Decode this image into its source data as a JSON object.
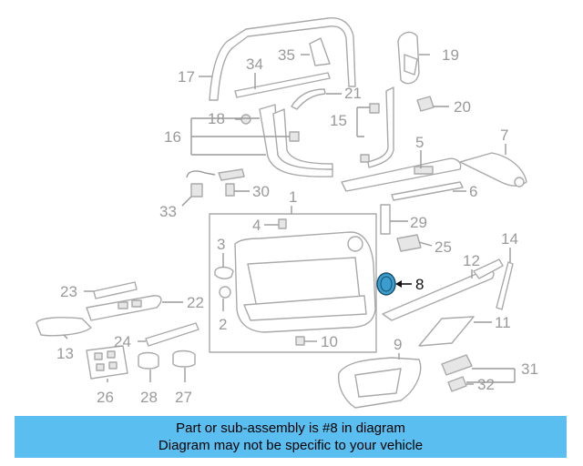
{
  "diagram": {
    "highlighted_part": "8",
    "colors": {
      "part_line": "#a9a9a9",
      "label_text": "#9a9a9a",
      "highlight_text": "#111111",
      "highlight_part": "#3a9ccf",
      "caption_background": "#5bbef0"
    },
    "callouts": [
      "1",
      "2",
      "3",
      "4",
      "5",
      "6",
      "7",
      "8",
      "9",
      "10",
      "11",
      "12",
      "13",
      "14",
      "15",
      "16",
      "17",
      "18",
      "19",
      "20",
      "21",
      "22",
      "23",
      "24",
      "25",
      "26",
      "27",
      "28",
      "29",
      "30",
      "31",
      "32",
      "33",
      "34",
      "35"
    ]
  },
  "caption": {
    "line1": "Part or sub-assembly is #8 in diagram",
    "line2": "Diagram may not be specific to your vehicle"
  }
}
